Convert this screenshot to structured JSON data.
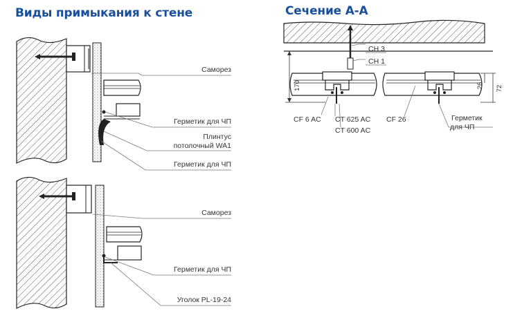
{
  "headings": {
    "left": "Виды примыкания к стене",
    "right": "Сечение А-А"
  },
  "colors": {
    "heading": "#1a4f9c",
    "line": "#333333",
    "leader": "#777777"
  },
  "top_detail": {
    "labels": {
      "screw": "Саморез",
      "sealant_1": "Герметик для ЧП",
      "plinth_line1": "Плинтус",
      "plinth_line2": "потолочный WA1",
      "sealant_2": "Герметик для ЧП"
    }
  },
  "bottom_detail": {
    "labels": {
      "screw": "Саморез",
      "sealant": "Герметик для ЧП",
      "corner": "Уголок PL-19-24"
    }
  },
  "section": {
    "labels": {
      "ch3": "CH 3",
      "ch1": "CH 1",
      "cf6": "CF 6 AC",
      "ct625": "CT 625 AC",
      "ct600": "CT 600 AC",
      "cf26": "CF 26",
      "sealant_line1": "Герметик",
      "sealant_line2": "для ЧП"
    },
    "dimensions": {
      "d170": "170",
      "d26": "26",
      "d72": "72"
    }
  }
}
